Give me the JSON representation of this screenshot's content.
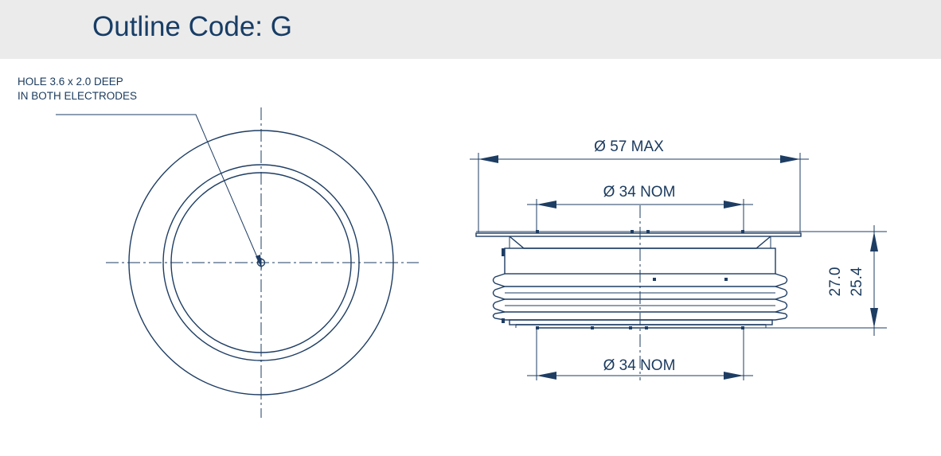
{
  "header": {
    "title": "Outline Code: G"
  },
  "notes": {
    "hole_line1": "HOLE 3.6 x 2.0 DEEP",
    "hole_line2": "IN BOTH ELECTRODES"
  },
  "dimensions": {
    "outer_diameter": "Ø 57 MAX",
    "top_electrode": "Ø  34 NOM",
    "bottom_electrode": "Ø  34 NOM",
    "overall_height": "27.0",
    "electrode_height": "25.4"
  },
  "colors": {
    "line": "#1e3d63",
    "title": "#173d66",
    "header_bg": "#ebebeb"
  }
}
